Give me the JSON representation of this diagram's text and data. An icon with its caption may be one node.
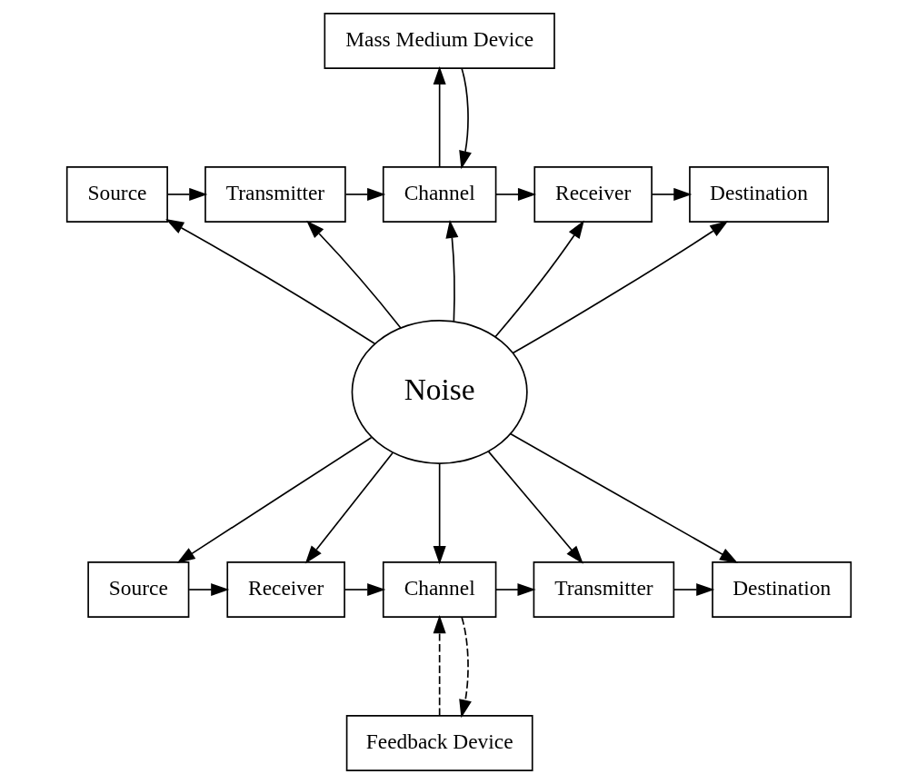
{
  "diagram": {
    "nodes": [
      {
        "text": [
          "Mass Medium Device"
        ]
      },
      {
        "text": [
          "Source"
        ]
      },
      {
        "text": [
          "Transmitter"
        ]
      },
      {
        "text": [
          "Channel"
        ]
      },
      {
        "text": [
          "Receiver"
        ]
      },
      {
        "text": [
          "Destination"
        ]
      },
      {
        "text": [
          "Noise"
        ]
      },
      {
        "text": [
          "Source"
        ]
      },
      {
        "text": [
          "Receiver"
        ]
      },
      {
        "text": [
          "Channel"
        ]
      },
      {
        "text": [
          "Transmitter"
        ]
      },
      {
        "text": [
          "Destination"
        ]
      },
      {
        "text": [
          "Feedback Device"
        ]
      }
    ],
    "edges": [
      {
        "from": 1,
        "to": 2,
        "arrow": "to"
      },
      {
        "from": 2,
        "to": 3,
        "arrow": "to"
      },
      {
        "from": 3,
        "to": 0,
        "arrow": "to"
      },
      {
        "from": 0,
        "to": 3,
        "arrow": "to"
      },
      {
        "from": 3,
        "to": 4,
        "arrow": "to"
      },
      {
        "from": 4,
        "to": 5,
        "arrow": "to"
      },
      {
        "from": 6,
        "to": 1,
        "arrow": "to"
      },
      {
        "from": 6,
        "to": 2,
        "arrow": "to"
      },
      {
        "from": 6,
        "to": 3,
        "arrow": "to"
      },
      {
        "from": 6,
        "to": 4,
        "arrow": "to"
      },
      {
        "from": 6,
        "to": 5,
        "arrow": "to"
      },
      {
        "from": 6,
        "to": 7,
        "arrow": "to"
      },
      {
        "from": 6,
        "to": 8,
        "arrow": "to"
      },
      {
        "from": 6,
        "to": 9,
        "arrow": "to"
      },
      {
        "from": 6,
        "to": 10,
        "arrow": "to"
      },
      {
        "from": 6,
        "to": 11,
        "arrow": "to"
      },
      {
        "from": 7,
        "to": 8,
        "arrow": "to"
      },
      {
        "from": 8,
        "to": 9,
        "arrow": "to"
      },
      {
        "from": 9,
        "to": 10,
        "arrow": "to"
      },
      {
        "from": 10,
        "to": 11,
        "arrow": "to"
      },
      {
        "from": 12,
        "to": 9,
        "arrow": "to",
        "style": "dashed"
      },
      {
        "from": 9,
        "to": 12,
        "arrow": "to",
        "style": "dashed"
      }
    ]
  }
}
